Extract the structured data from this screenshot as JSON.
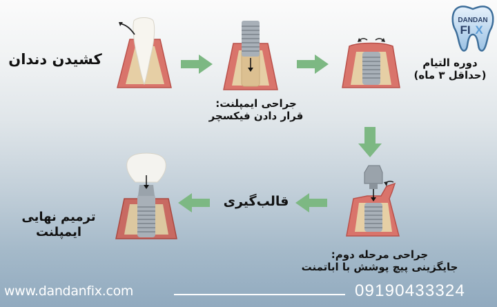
{
  "logo": {
    "line1": "DANDAN",
    "line2": "FIX",
    "colors": {
      "tooth": "#bcd6ee",
      "outline": "#3d6e9a",
      "text_dark": "#2a3f66",
      "text_light": "#5b9bd5"
    }
  },
  "steps": [
    {
      "id": "extraction",
      "label": "کشیدن دندان"
    },
    {
      "id": "fixture",
      "line1": "جراحی ایمپلنت:",
      "line2": "قرار دادن فیکسچر"
    },
    {
      "id": "healing",
      "line1": "دوره التیام",
      "line2": "(حداقل ۳ ماه)"
    },
    {
      "id": "abutment",
      "line1": "جراحی مرحله دوم:",
      "line2": "جایگزینی پیچ پوشش با اباتمنت"
    },
    {
      "id": "impression",
      "label": "قالب‌گیری"
    },
    {
      "id": "restoration",
      "line1": "ترمیم نهایی",
      "line2": "ایمپلنت"
    }
  ],
  "arrows": {
    "color": "#7db883",
    "directions": [
      "right",
      "right",
      "down",
      "left",
      "left"
    ]
  },
  "footer": {
    "website": "www.dandanfix.com",
    "phone": "09190433324"
  },
  "colors": {
    "gum": "#d9746b",
    "gum_dark": "#b9504a",
    "bone": "#e6cfa5",
    "metal": "#9aa3ab",
    "tooth": "#f7f5ef"
  }
}
